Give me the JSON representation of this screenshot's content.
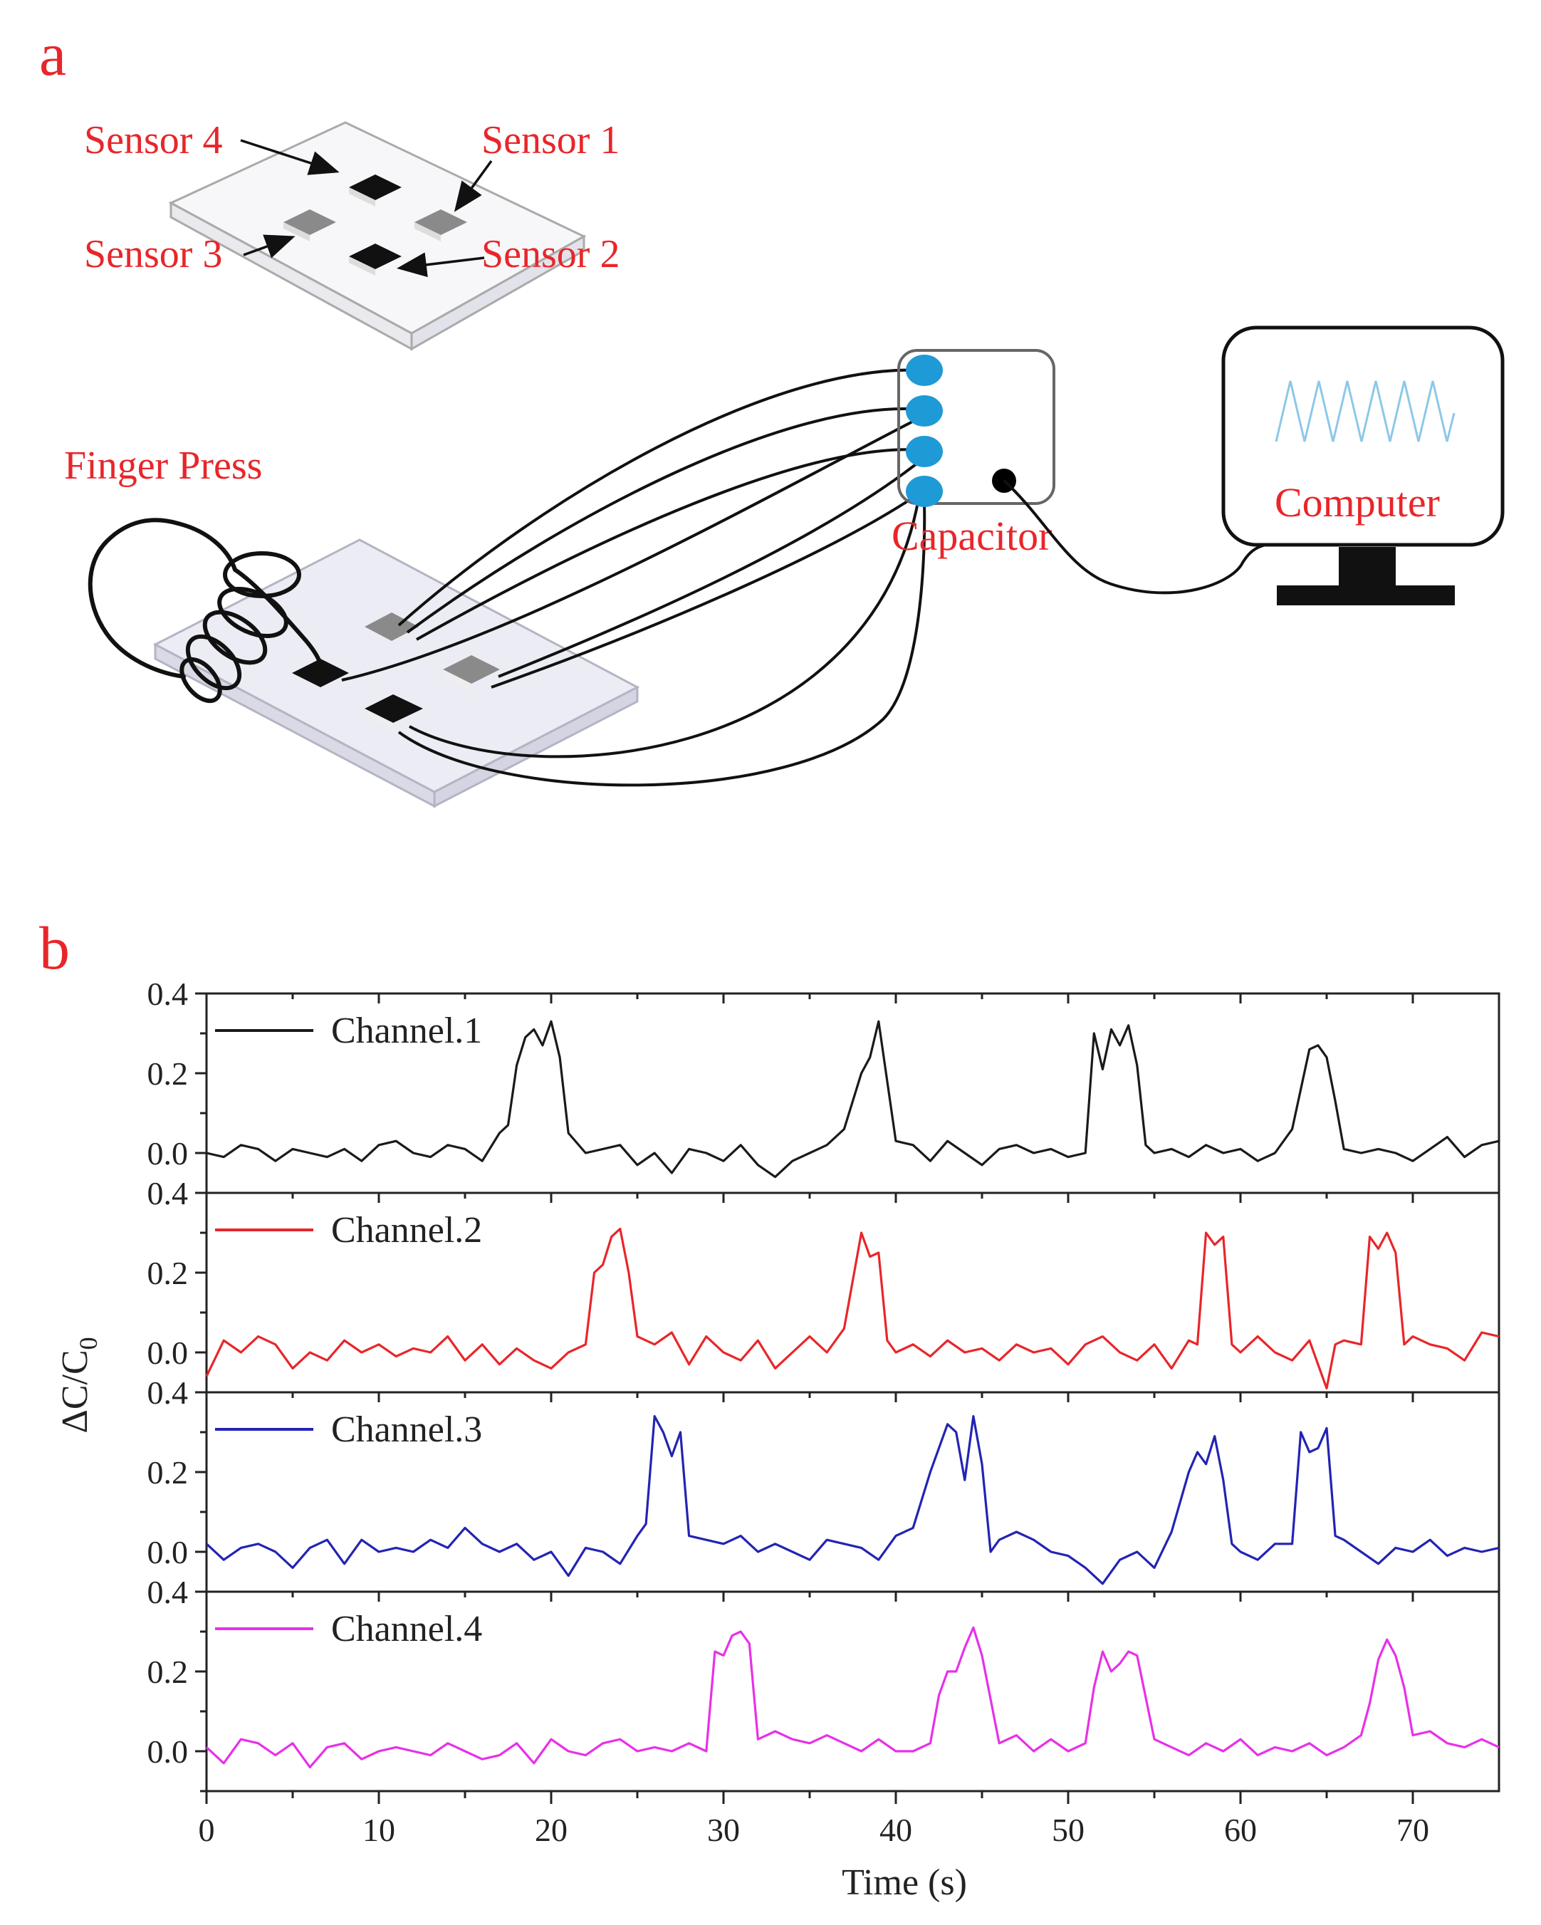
{
  "panel_a": {
    "letter": "a",
    "labels": {
      "sensor1": "Sensor 1",
      "sensor2": "Sensor 2",
      "sensor3": "Sensor 3",
      "sensor4": "Sensor 4",
      "finger_press": "Finger Press",
      "capacitor": "Capacitor",
      "computer": "Computer"
    }
  },
  "panel_b": {
    "letter": "b"
  },
  "colors": {
    "label_red": "#e8262a",
    "channel1": "#1a1a1a",
    "channel2": "#e8262a",
    "channel3": "#2323b4",
    "channel4": "#e830e8",
    "terminal_blue": "#1e9ad6",
    "screen_wave": "#8cc8e8"
  },
  "chart_data": {
    "type": "line",
    "xlabel": "Time (s)",
    "ylabel": "ΔC/C",
    "ylabel_subscript": "0",
    "xlim": [
      0,
      75
    ],
    "ylim": [
      -0.1,
      0.4
    ],
    "xticks": [
      0,
      10,
      20,
      30,
      40,
      50,
      60,
      70
    ],
    "yticks": [
      0.0,
      0.2,
      0.4
    ],
    "ytick_labels": [
      "0.0",
      "0.2",
      "0.4"
    ],
    "grid": false,
    "legend_position": "top-left",
    "series": [
      {
        "name": "Channel.1",
        "color": "#1a1a1a",
        "x": [
          0,
          1,
          2,
          3,
          4,
          5,
          6,
          7,
          8,
          9,
          10,
          11,
          12,
          13,
          14,
          15,
          16,
          17,
          17.5,
          18,
          18.5,
          19,
          19.5,
          20,
          20.5,
          21,
          22,
          23,
          24,
          25,
          26,
          27,
          28,
          29,
          30,
          31,
          32,
          33,
          34,
          35,
          36,
          37,
          38,
          38.5,
          39,
          39.5,
          40,
          41,
          42,
          43,
          44,
          45,
          46,
          47,
          48,
          49,
          50,
          51,
          51.5,
          52,
          52.5,
          53,
          53.5,
          54,
          54.5,
          55,
          56,
          57,
          58,
          59,
          60,
          61,
          62,
          63,
          63.5,
          64,
          64.5,
          65,
          65.5,
          66,
          67,
          68,
          69,
          70,
          71,
          72,
          73,
          74,
          75
        ],
        "values": [
          0.0,
          -0.01,
          0.02,
          0.01,
          -0.02,
          0.01,
          0.0,
          -0.01,
          0.01,
          -0.02,
          0.02,
          0.03,
          0.0,
          -0.01,
          0.02,
          0.01,
          -0.02,
          0.05,
          0.07,
          0.22,
          0.29,
          0.31,
          0.27,
          0.33,
          0.24,
          0.05,
          0.0,
          0.01,
          0.02,
          -0.03,
          0.0,
          -0.05,
          0.01,
          0.0,
          -0.02,
          0.02,
          -0.03,
          -0.06,
          -0.02,
          0.0,
          0.02,
          0.06,
          0.2,
          0.24,
          0.33,
          0.18,
          0.03,
          0.02,
          -0.02,
          0.03,
          0.0,
          -0.03,
          0.01,
          0.02,
          0.0,
          0.01,
          -0.01,
          0.0,
          0.3,
          0.21,
          0.31,
          0.27,
          0.32,
          0.22,
          0.02,
          0.0,
          0.01,
          -0.01,
          0.02,
          0.0,
          0.01,
          -0.02,
          0.0,
          0.06,
          0.16,
          0.26,
          0.27,
          0.24,
          0.13,
          0.01,
          0.0,
          0.01,
          0.0,
          -0.02,
          0.01,
          0.04,
          -0.01,
          0.02,
          0.03
        ]
      },
      {
        "name": "Channel.2",
        "color": "#e8262a",
        "x": [
          0,
          1,
          2,
          3,
          4,
          5,
          6,
          7,
          8,
          9,
          10,
          11,
          12,
          13,
          14,
          15,
          16,
          17,
          18,
          19,
          20,
          21,
          22,
          22.5,
          23,
          23.5,
          24,
          24.5,
          25,
          26,
          27,
          28,
          29,
          30,
          31,
          32,
          33,
          34,
          35,
          36,
          37,
          38,
          38.5,
          39,
          39.5,
          40,
          41,
          42,
          43,
          44,
          45,
          46,
          47,
          48,
          49,
          50,
          51,
          52,
          53,
          54,
          55,
          56,
          57,
          57.5,
          58,
          58.5,
          59,
          59.5,
          60,
          61,
          62,
          63,
          64,
          65,
          65.5,
          66,
          67,
          67.5,
          68,
          68.5,
          69,
          69.5,
          70,
          71,
          72,
          73,
          74,
          75
        ],
        "values": [
          -0.06,
          0.03,
          0.0,
          0.04,
          0.02,
          -0.04,
          0.0,
          -0.02,
          0.03,
          0.0,
          0.02,
          -0.01,
          0.01,
          0.0,
          0.04,
          -0.02,
          0.02,
          -0.03,
          0.01,
          -0.02,
          -0.04,
          0.0,
          0.02,
          0.2,
          0.22,
          0.29,
          0.31,
          0.2,
          0.04,
          0.02,
          0.05,
          -0.03,
          0.04,
          0.0,
          -0.02,
          0.03,
          -0.04,
          0.0,
          0.04,
          0.0,
          0.06,
          0.3,
          0.24,
          0.25,
          0.03,
          0.0,
          0.02,
          -0.01,
          0.03,
          0.0,
          0.01,
          -0.02,
          0.02,
          0.0,
          0.01,
          -0.03,
          0.02,
          0.04,
          0.0,
          -0.02,
          0.02,
          -0.04,
          0.03,
          0.02,
          0.3,
          0.27,
          0.29,
          0.02,
          0.0,
          0.04,
          0.0,
          -0.02,
          0.03,
          -0.09,
          0.02,
          0.03,
          0.02,
          0.29,
          0.26,
          0.3,
          0.25,
          0.02,
          0.04,
          0.02,
          0.01,
          -0.02,
          0.05,
          0.04
        ]
      },
      {
        "name": "Channel.3",
        "color": "#2323b4",
        "x": [
          0,
          1,
          2,
          3,
          4,
          5,
          6,
          7,
          8,
          9,
          10,
          11,
          12,
          13,
          14,
          15,
          16,
          17,
          18,
          19,
          20,
          21,
          22,
          23,
          24,
          25,
          25.5,
          26,
          26.5,
          27,
          27.5,
          28,
          29,
          30,
          31,
          32,
          33,
          34,
          35,
          36,
          37,
          38,
          39,
          40,
          41,
          42,
          43,
          43.5,
          44,
          44.5,
          45,
          45.5,
          46,
          47,
          48,
          49,
          50,
          51,
          52,
          53,
          54,
          55,
          56,
          57,
          57.5,
          58,
          58.5,
          59,
          59.5,
          60,
          61,
          62,
          63,
          63.5,
          64,
          64.5,
          65,
          65.5,
          66,
          67,
          68,
          69,
          70,
          71,
          72,
          73,
          74,
          75
        ],
        "values": [
          0.02,
          -0.02,
          0.01,
          0.02,
          0.0,
          -0.04,
          0.01,
          0.03,
          -0.03,
          0.03,
          0.0,
          0.01,
          0.0,
          0.03,
          0.01,
          0.06,
          0.02,
          0.0,
          0.02,
          -0.02,
          0.0,
          -0.06,
          0.01,
          0.0,
          -0.03,
          0.04,
          0.07,
          0.34,
          0.3,
          0.24,
          0.3,
          0.04,
          0.03,
          0.02,
          0.04,
          0.0,
          0.02,
          0.0,
          -0.02,
          0.03,
          0.02,
          0.01,
          -0.02,
          0.04,
          0.06,
          0.2,
          0.32,
          0.3,
          0.18,
          0.34,
          0.22,
          0.0,
          0.03,
          0.05,
          0.03,
          0.0,
          -0.01,
          -0.04,
          -0.08,
          -0.02,
          0.0,
          -0.04,
          0.05,
          0.2,
          0.25,
          0.22,
          0.29,
          0.18,
          0.02,
          0.0,
          -0.02,
          0.02,
          0.02,
          0.3,
          0.25,
          0.26,
          0.31,
          0.04,
          0.03,
          0.0,
          -0.03,
          0.01,
          0.0,
          0.03,
          -0.01,
          0.01,
          0.0,
          0.01
        ]
      },
      {
        "name": "Channel.4",
        "color": "#e830e8",
        "x": [
          0,
          1,
          2,
          3,
          4,
          5,
          6,
          7,
          8,
          9,
          10,
          11,
          12,
          13,
          14,
          15,
          16,
          17,
          18,
          19,
          20,
          21,
          22,
          23,
          24,
          25,
          26,
          27,
          28,
          29,
          29.5,
          30,
          30.5,
          31,
          31.5,
          32,
          33,
          34,
          35,
          36,
          37,
          38,
          39,
          40,
          41,
          42,
          42.5,
          43,
          43.5,
          44,
          44.5,
          45,
          46,
          47,
          48,
          49,
          50,
          51,
          51.5,
          52,
          52.5,
          53,
          53.5,
          54,
          55,
          56,
          57,
          58,
          59,
          60,
          61,
          62,
          63,
          64,
          65,
          66,
          67,
          67.5,
          68,
          68.5,
          69,
          69.5,
          70,
          71,
          72,
          73,
          74,
          75
        ],
        "values": [
          0.01,
          -0.03,
          0.03,
          0.02,
          -0.01,
          0.02,
          -0.04,
          0.01,
          0.02,
          -0.02,
          0.0,
          0.01,
          0.0,
          -0.01,
          0.02,
          0.0,
          -0.02,
          -0.01,
          0.02,
          -0.03,
          0.03,
          0.0,
          -0.01,
          0.02,
          0.03,
          0.0,
          0.01,
          0.0,
          0.02,
          0.0,
          0.25,
          0.24,
          0.29,
          0.3,
          0.27,
          0.03,
          0.05,
          0.03,
          0.02,
          0.04,
          0.02,
          0.0,
          0.03,
          0.0,
          0.0,
          0.02,
          0.14,
          0.2,
          0.2,
          0.26,
          0.31,
          0.24,
          0.02,
          0.04,
          0.0,
          0.03,
          0.0,
          0.02,
          0.16,
          0.25,
          0.2,
          0.22,
          0.25,
          0.24,
          0.03,
          0.01,
          -0.01,
          0.02,
          0.0,
          0.03,
          -0.01,
          0.01,
          0.0,
          0.02,
          -0.01,
          0.01,
          0.04,
          0.12,
          0.23,
          0.28,
          0.24,
          0.16,
          0.04,
          0.05,
          0.02,
          0.01,
          0.03,
          0.01
        ]
      }
    ]
  }
}
